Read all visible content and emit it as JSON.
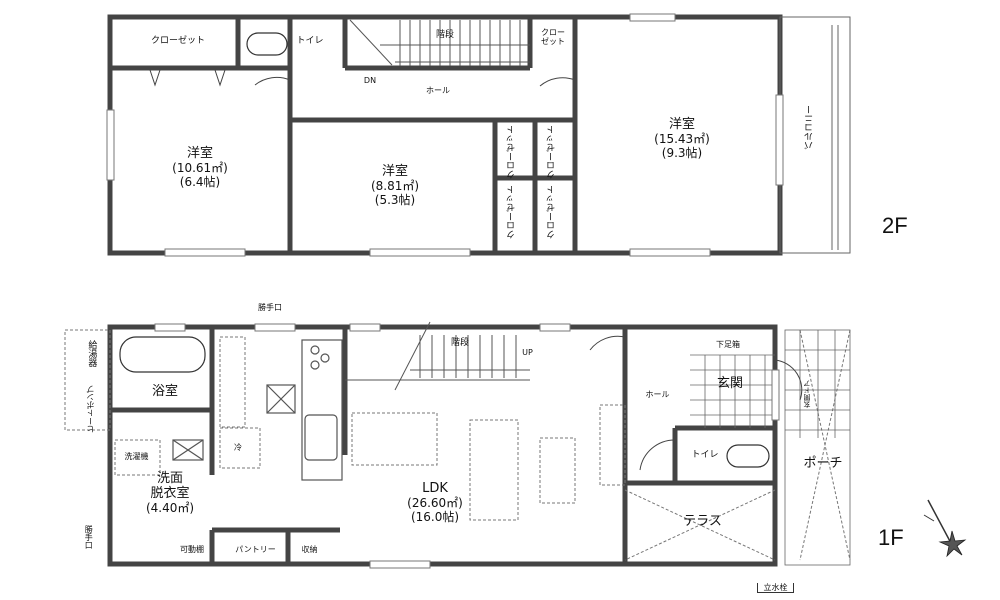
{
  "floors": {
    "second": {
      "label": "2F",
      "rooms": {
        "closet_left": "クローゼット",
        "toilet": "トイレ",
        "stairs": "階段",
        "down": "DN",
        "hall": "ホール",
        "closet_top_right": [
          "クロー",
          "ゼット"
        ],
        "bedroom_left": {
          "name": "洋室",
          "area": "(10.61㎡)",
          "tatami": "(6.4帖)"
        },
        "bedroom_middle": {
          "name": "洋室",
          "area": "(8.81㎡)",
          "tatami": "(5.3帖)"
        },
        "bedroom_right": {
          "name": "洋室",
          "area": "(15.43㎡)",
          "tatami": "(9.3帖)"
        },
        "closets_middle": [
          "クローゼット",
          "クローゼット",
          "クローゼット",
          "クローゼット"
        ],
        "balcony": "バルコニー"
      }
    },
    "first": {
      "label": "1F",
      "rooms": {
        "service_door": "勝手口",
        "water_heater": "給湯器",
        "heat_pump": "ヒートポンプ",
        "bathroom": "浴室",
        "washing_machine": "洗濯機",
        "washroom": {
          "line1": "洗面",
          "line2": "脱衣室",
          "area": "(4.40㎡)"
        },
        "fridge": "冷",
        "service_door_left": "勝手口",
        "adjustable_shelf": "可動棚",
        "pantry": "パントリー",
        "storage": "収納",
        "stairs": "階段",
        "up": "UP",
        "ldk": {
          "name": "LDK",
          "area": "(26.60㎡)",
          "tatami": "(16.0帖)"
        },
        "hall": "ホール",
        "shoe_box": "下足箱",
        "entrance": "玄関",
        "entrance_door": "玄関ドア",
        "toilet": "トイレ",
        "porch": "ポーチ",
        "terrace": "テラス",
        "standpipe": "立水栓"
      }
    }
  },
  "compass": {
    "icon": "north-arrow-compass"
  }
}
